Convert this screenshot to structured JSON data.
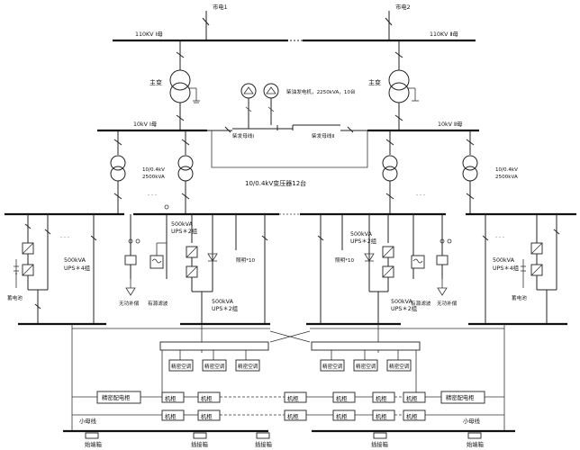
{
  "utility": {
    "left": "市电1",
    "right": "市电2"
  },
  "hv_bus": {
    "left": "110KV Ⅰ母",
    "right": "110KV Ⅱ母"
  },
  "main_transformer": "主变",
  "generator_label": "柴油发电机，2250kVA，10台",
  "mv_bus": {
    "left": "10kV Ⅰ母",
    "right": "10kV Ⅱ母"
  },
  "gen_bus": {
    "left": "柴发母线Ⅰ",
    "right": "柴发母线Ⅱ"
  },
  "transformer_rating": [
    "10/0.4kV",
    "2500kVA"
  ],
  "transformer_group": "10/0.4kV变压器12台",
  "ups_groups": {
    "ups4_rating": "500kVA",
    "ups4_count": "UPS＊4组",
    "ups2_rating": "500kVA",
    "ups2_count": "UPS＊2组"
  },
  "battery": "蓄电池",
  "reactive_comp": "无功补偿",
  "active_filter": "有源滤波",
  "lighting": "照明*10",
  "ellipsis": "· · ·",
  "precision_ac": "精密空调",
  "precision_pdu": "精密配电柜",
  "cabinet": "机柜",
  "small_bus": "小母线",
  "start_box": "始端箱",
  "plug_box": "插接箱"
}
